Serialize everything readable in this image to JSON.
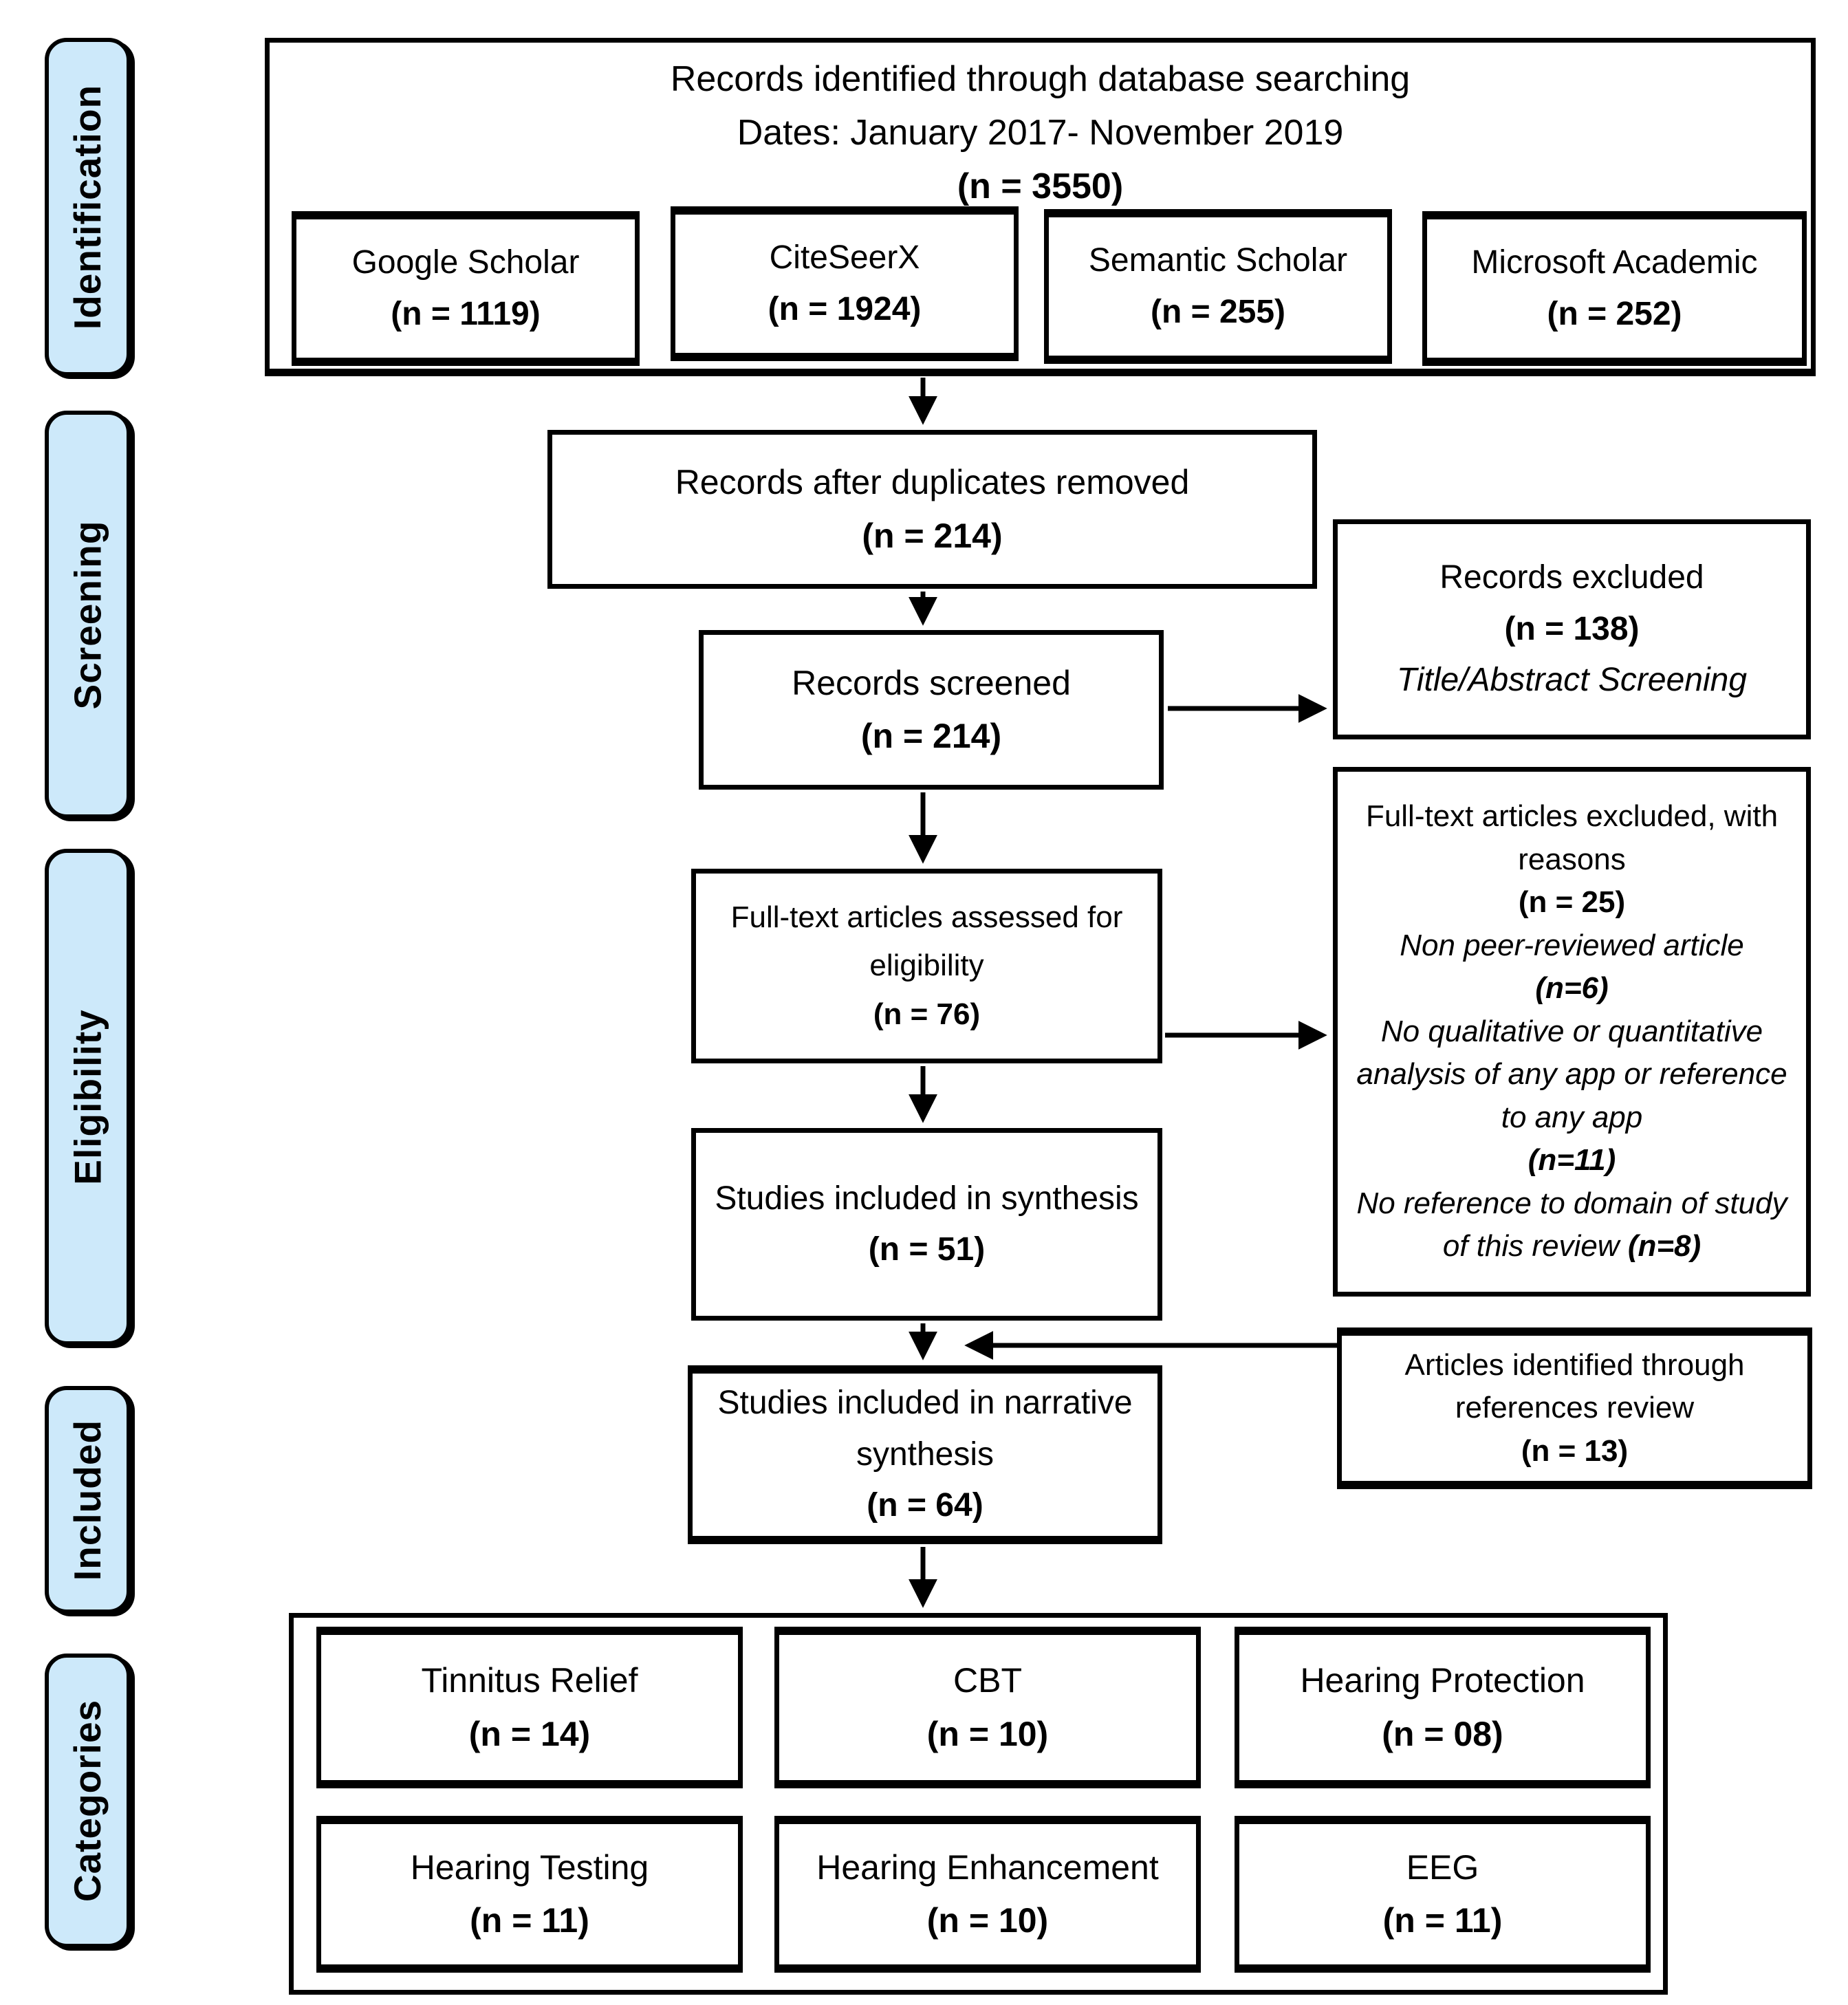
{
  "colors": {
    "stage_fill": "#cde9fa",
    "line_color": "#000000",
    "background": "#ffffff"
  },
  "stages": [
    {
      "label": "Identification"
    },
    {
      "label": "Screening"
    },
    {
      "label": "Eligibility"
    },
    {
      "label": "Included"
    },
    {
      "label": "Categories"
    }
  ],
  "identification": {
    "title": "Records identified through database searching",
    "dates": "Dates: January 2017- November 2019",
    "count": "(n = 3550)",
    "sources": [
      {
        "name": "Google Scholar",
        "count": "(n = 1119)"
      },
      {
        "name": "CiteSeerX",
        "count": "(n = 1924)"
      },
      {
        "name": "Semantic Scholar",
        "count": "(n = 255)"
      },
      {
        "name": "Microsoft Academic",
        "count": "(n = 252)"
      }
    ]
  },
  "screening": {
    "duplicates_removed": {
      "label": "Records after duplicates removed",
      "count": "(n = 214)"
    },
    "records_screened": {
      "label": "Records screened",
      "count": "(n = 214)"
    },
    "records_excluded": {
      "label": "Records excluded",
      "count": "(n = 138)",
      "note": "Title/Abstract Screening"
    }
  },
  "eligibility": {
    "fulltext_assessed": {
      "label": "Full-text articles assessed for eligibility",
      "count": "(n = 76)"
    },
    "included_synthesis": {
      "label": "Studies included in synthesis",
      "count": "(n = 51)"
    },
    "fulltext_excluded": {
      "label": "Full-text articles excluded, with reasons",
      "count": "(n = 25)",
      "reason1": "Non peer-reviewed article",
      "reason1_count": "(n=6)",
      "reason2": "No qualitative or quantitative analysis of any app or reference to any app",
      "reason2_count": "(n=11)",
      "reason3": "No reference to domain of study of this review",
      "reason3_count": "(n=8)"
    }
  },
  "included": {
    "narrative_synthesis": {
      "label": "Studies included in narrative synthesis",
      "count": "(n = 64)"
    },
    "references_review": {
      "label": "Articles identified through references review",
      "count": "(n = 13)"
    }
  },
  "categories": {
    "items": [
      {
        "label": "Tinnitus Relief",
        "count": "(n = 14)"
      },
      {
        "label": "CBT",
        "count": "(n = 10)"
      },
      {
        "label": "Hearing Protection",
        "count": "(n = 08)"
      },
      {
        "label": "Hearing Testing",
        "count": "(n = 11)"
      },
      {
        "label": "Hearing Enhancement",
        "count": "(n = 10)"
      },
      {
        "label": "EEG",
        "count": "(n = 11)"
      }
    ]
  }
}
